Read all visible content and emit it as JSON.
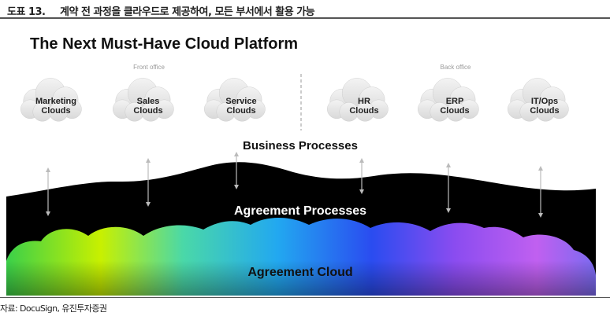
{
  "figure": {
    "number": "도표 13.",
    "title": "계약 전 과정을 클라우드로 제공하여, 모든 부서에서 활용 가능"
  },
  "diagram": {
    "heading": "The Next Must-Have Cloud Platform",
    "front_office_label": "Front office",
    "back_office_label": "Back office",
    "clouds": [
      {
        "line1": "Marketing",
        "line2": "Clouds"
      },
      {
        "line1": "Sales",
        "line2": "Clouds"
      },
      {
        "line1": "Service",
        "line2": "Clouds"
      },
      {
        "line1": "HR",
        "line2": "Clouds"
      },
      {
        "line1": "ERP",
        "line2": "Clouds"
      },
      {
        "line1": "IT/Ops",
        "line2": "Clouds"
      }
    ],
    "business_processes": "Business Processes",
    "agreement_processes": "Agreement Processes",
    "agreement_cloud": "Agreement Cloud"
  },
  "source": "자료: DocuSign, 유진투자증권"
}
